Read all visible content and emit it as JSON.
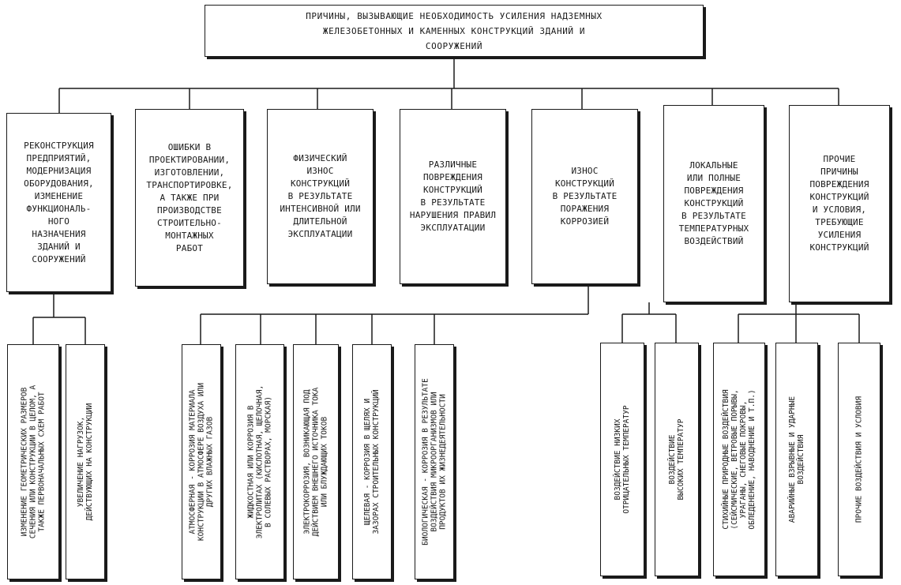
{
  "root": {
    "label": "ПРИЧИНЫ, ВЫЗЫВАЮЩИЕ НЕОБХОДИМОСТЬ УСИЛЕНИЯ НАДЗЕМНЫХ\nЖЕЛЕЗОБЕТОННЫХ И КАМЕННЫХ КОНСТРУКЦИЙ ЗДАНИЙ И\nСООРУЖЕНИЙ"
  },
  "causes": [
    {
      "label": "РЕКОНСТРУКЦИЯ\nПРЕДПРИЯТИЙ,\nМОДЕРНИЗАЦИЯ\nОБОРУДОВАНИЯ,\nИЗМЕНЕНИЕ\nФУНКЦИОНАЛЬ-\nНОГО\nНАЗНАЧЕНИЯ\nЗДАНИЙ И\nСООРУЖЕНИЙ"
    },
    {
      "label": "ОШИБКИ В\nПРОЕКТИРОВАНИИ,\nИЗГОТОВЛЕНИИ,\nТРАНСПОРТИРОВКЕ,\nА ТАКЖЕ ПРИ\nПРОИЗВОДСТВЕ\nСТРОИТЕЛЬНО-\nМОНТАЖНЫХ\nРАБОТ"
    },
    {
      "label": "ФИЗИЧЕСКИЙ\nИЗНОС\nКОНСТРУКЦИЙ\nВ РЕЗУЛЬТАТЕ\nИНТЕНСИВНОЙ ИЛИ\nДЛИТЕЛЬНОЙ\nЭКСПЛУАТАЦИИ"
    },
    {
      "label": "РАЗЛИЧНЫЕ\nПОВРЕЖДЕНИЯ\nКОНСТРУКЦИЙ\nВ РЕЗУЛЬТАТЕ\nНАРУШЕНИЯ ПРАВИЛ\nЭКСПЛУАТАЦИИ"
    },
    {
      "label": "ИЗНОС\nКОНСТРУКЦИЙ\nВ РЕЗУЛЬТАТЕ\nПОРАЖЕНИЯ\nКОРРОЗИЕЙ"
    },
    {
      "label": "ЛОКАЛЬНЫЕ\nИЛИ ПОЛНЫЕ\nПОВРЕЖДЕНИЯ\nКОНСТРУКЦИЙ\nВ РЕЗУЛЬТАТЕ\nТЕМПЕРАТУРНЫХ\nВОЗДЕЙСТВИЙ"
    },
    {
      "label": "ПРОЧИЕ\nПРИЧИНЫ\nПОВРЕЖДЕНИЯ\nКОНСТРУКЦИЙ\nИ УСЛОВИЯ,\nТРЕБУЮЩИЕ\nУСИЛЕНИЯ\nКОНСТРУКЦИЙ"
    }
  ],
  "reconstruction_details": [
    {
      "label": "ИЗМЕНЕНИЕ ГЕОМЕТРИЧЕСКИХ РАЗМЕРОВ\nСЕЧЕНИЯ ИЛИ КОНСТРУКЦИИ В ЦЕЛОМ, А\nТАКЖЕ ПЕРВОНАЧАЛЬНЫХ СХЕМ РАБОТ"
    },
    {
      "label": "УВЕЛИЧЕНИЕ НАГРУЗОК,\nДЕЙСТВУЮЩИХ НА КОНСТРУКЦИИ"
    }
  ],
  "corrosion_types": [
    {
      "label": "АТМОСФЕРНАЯ - КОРРОЗИЯ МАТЕРИАЛА\nКОНСТРУКЦИИ В АТМОСФЕРЕ ВОЗДУХА ИЛИ\nДРУГИХ ВЛАЖНЫХ ГАЗОВ"
    },
    {
      "label": "ЖИДКОСТНАЯ ИЛИ КОРРОЗИЯ В\nЭЛЕКТРОЛИТАХ (КИСЛОТНАЯ, ЩЕЛОЧНАЯ,\nВ СОЛЕВЫХ РАСТВОРАХ, МОРСКАЯ)"
    },
    {
      "label": "ЭЛЕКТРОКОРРОЗИЯ, ВОЗНИКАЮЩАЯ ПОД\nДЕЙСТВИЕМ ВНЕШНЕГО ИСТОЧНИКА ТОКА\nИЛИ БЛУЖДАЮЩИХ ТОКОВ"
    },
    {
      "label": "ЩЕЛЕВАЯ - КОРРОЗИЯ В ЩЕЛЯХ И\nЗАЗОРАХ СТРОИТЕЛЬНЫХ КОНСТРУКЦИЙ"
    },
    {
      "label": "БИОЛОГИЧЕСКАЯ - КОРРОЗИЯ В РЕЗУЛЬТАТЕ\nВОЗДЕЙСТВИЯ МИКРООРГАНИЗМОВ ИЛИ\nПРОДУКТОВ ИХ ЖИЗНЕДЕЯТЕЛЬНОСТИ"
    }
  ],
  "temperature_types": [
    {
      "label": "ВОЗДЕЙСТВИЕ НИЗКИХ\nОТРИЦАТЕЛЬНЫХ ТЕМПЕРАТУР"
    },
    {
      "label": "ВОЗДЕЙСТВИЕ\nВЫСОКИХ ТЕМПЕРАТУР"
    }
  ],
  "other_types": [
    {
      "label": "СТИХИЙНЫЕ ПРИРОДНЫЕ ВОЗДЕЙСТВИЯ\n(СЕЙСМИЧЕСКИЕ, ВЕТРОВЫЕ ПОРЫВЫ,\nУРАГАНЫ, СНЕГОВЫЕ ПОКРОВЫ,\nОБЛЕДЕНЕНИЕ, НАВОДНЕНИЕ И Т.П.)"
    },
    {
      "label": "АВАРИЙНЫЕ ВЗРЫВНЫЕ И УДАРНЫЕ\nВОЗДЕЙСТВИЯ"
    },
    {
      "label": "ПРОЧИЕ ВОЗДЕЙСТВИЯ И УСЛОВИЯ"
    }
  ]
}
